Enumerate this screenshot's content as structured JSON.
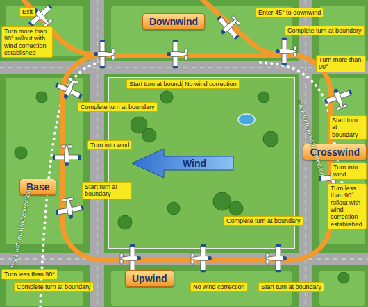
{
  "diagram": {
    "nodes": [
      {
        "text": [
          "Exit"
        ]
      },
      {
        "text": [
          "Downwind"
        ]
      },
      {
        "text": [
          "Enter 45° to downwind"
        ]
      },
      {
        "text": [
          "Complete turn at boundary"
        ]
      },
      {
        "text": [
          "Turn more than 90° rollout with wind correction established"
        ]
      },
      {
        "text": [
          "Turn more than 90°"
        ]
      },
      {
        "text": [
          "Start turn at boundary"
        ]
      },
      {
        "text": [
          "No wind correction"
        ]
      },
      {
        "text": [
          "Complete turn at boundary"
        ]
      },
      {
        "text": [
          "Start turn at boundary"
        ]
      },
      {
        "text": [
          "Turn into wind"
        ]
      },
      {
        "text": [
          "Crosswind"
        ]
      },
      {
        "text": [
          "Turn into wind"
        ]
      },
      {
        "text": [
          "Base"
        ]
      },
      {
        "text": [
          "Start turn at boundary"
        ]
      },
      {
        "text": [
          "Turn less than 90° rollout with wind correction established"
        ]
      },
      {
        "text": [
          "Complete turn at boundary"
        ]
      },
      {
        "text": [
          "Upwind"
        ]
      },
      {
        "text": [
          "Turn less than 90°"
        ]
      },
      {
        "text": [
          "Complete turn at boundary"
        ]
      },
      {
        "text": [
          "No wind correction"
        ]
      },
      {
        "text": [
          "Start turn at boundary"
        ]
      }
    ],
    "labels": [
      "Wind",
      "Track with no wind correction",
      "Track with no wind correction"
    ]
  }
}
